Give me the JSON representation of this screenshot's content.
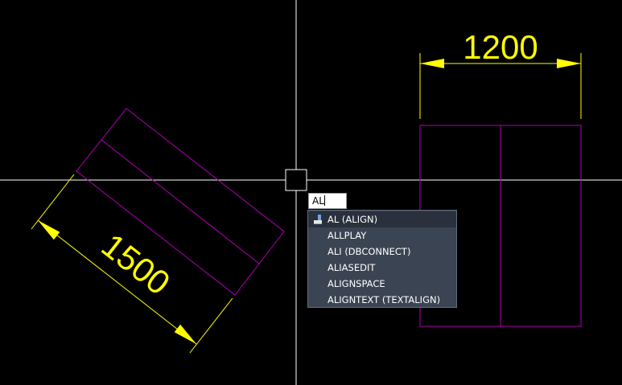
{
  "canvas": {
    "background": "#000000",
    "crosshair_color": "#ffffff",
    "dimension_color": "#ffff00",
    "geometry_color": "#b000b0"
  },
  "dimensions": {
    "horizontal_label": "1200",
    "rotated_label": "1500"
  },
  "command": {
    "input_value": "AL",
    "suggestions": [
      {
        "label": "AL (ALIGN)",
        "icon": "align-command-icon",
        "selected": true
      },
      {
        "label": "ALLPLAY",
        "icon": "",
        "selected": false
      },
      {
        "label": "ALI (DBCONNECT)",
        "icon": "",
        "selected": false
      },
      {
        "label": "ALIASEDIT",
        "icon": "",
        "selected": false
      },
      {
        "label": "ALIGNSPACE",
        "icon": "",
        "selected": false
      },
      {
        "label": "ALIGNTEXT (TEXTALIGN)",
        "icon": "",
        "selected": false
      }
    ]
  }
}
